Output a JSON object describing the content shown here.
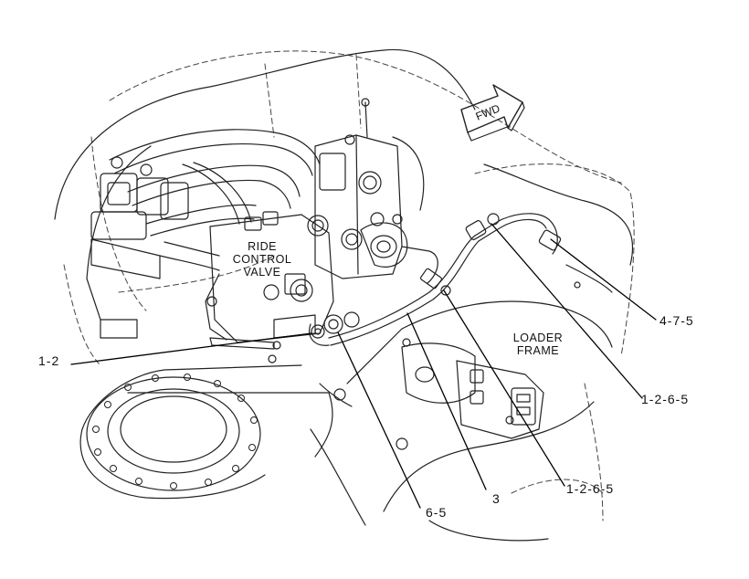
{
  "diagram": {
    "labels": {
      "ride_control_valve": [
        "RIDE",
        "CONTROL",
        "VALVE"
      ],
      "loader_frame": [
        "LOADER",
        "FRAME"
      ],
      "fwd": "FWD"
    },
    "callouts": {
      "c_4_7_5": "4-7-5",
      "c_1_2_6_5_upper": "1-2-6-5",
      "c_1_2_6_5_lower": "1-2-6-5",
      "c_1_2": "1-2",
      "c_3": "3",
      "c_6_5": "6-5"
    }
  }
}
